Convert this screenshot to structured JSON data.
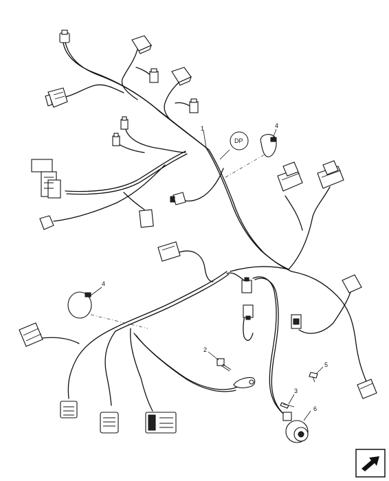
{
  "diagram": {
    "callouts": [
      {
        "id": "c1",
        "label": "1"
      },
      {
        "id": "c2",
        "label": "2"
      },
      {
        "id": "c3",
        "label": "3"
      },
      {
        "id": "c4a",
        "label": "4"
      },
      {
        "id": "c4b",
        "label": "4"
      },
      {
        "id": "c5",
        "label": "5"
      },
      {
        "id": "c6",
        "label": "6"
      }
    ],
    "detail_marker": "DP",
    "colors": {
      "line": "#111111",
      "background": "#ffffff"
    },
    "nav_icon": "next-page-arrow-icon"
  }
}
